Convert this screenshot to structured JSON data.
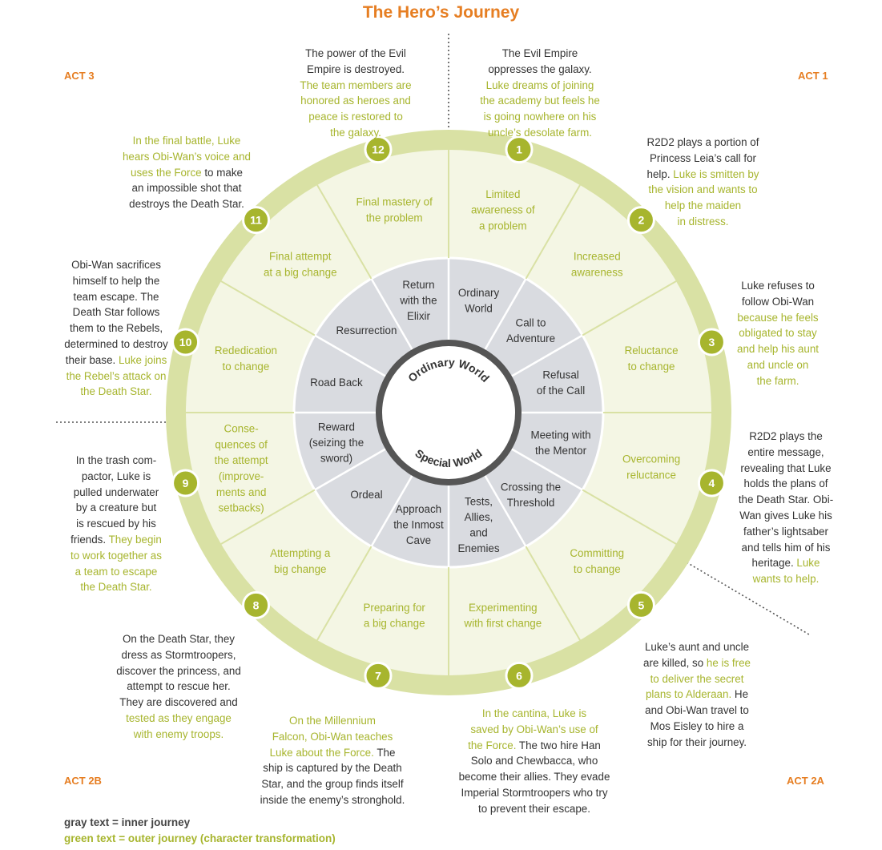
{
  "title": "The Hero’s Journey",
  "acts": {
    "act1": "ACT 1",
    "act2a": "ACT 2A",
    "act2b": "ACT 2B",
    "act3": "ACT 3"
  },
  "center": {
    "top": "Ordinary World",
    "bottom": "Special World"
  },
  "colors": {
    "accent": "#e67e22",
    "green": "#a7b52e",
    "outer_ring": "#d9e1a4",
    "outer_fill": "#f4f6e4",
    "inner_fill": "#d9dbe0",
    "hub": "#555555"
  },
  "outer_stages": [
    {
      "n": "1",
      "lines": [
        "Limited",
        "awareness of",
        "a problem"
      ]
    },
    {
      "n": "2",
      "lines": [
        "Increased",
        "awareness"
      ]
    },
    {
      "n": "3",
      "lines": [
        "Reluctance",
        "to change"
      ]
    },
    {
      "n": "4",
      "lines": [
        "Overcoming",
        "reluctance"
      ]
    },
    {
      "n": "5",
      "lines": [
        "Committing",
        "to change"
      ]
    },
    {
      "n": "6",
      "lines": [
        "Experimenting",
        "with first change"
      ]
    },
    {
      "n": "7",
      "lines": [
        "Preparing for",
        "a big change"
      ]
    },
    {
      "n": "8",
      "lines": [
        "Attempting a",
        "big change"
      ]
    },
    {
      "n": "9",
      "lines": [
        "Conse-",
        "quences of",
        "the attempt",
        "(improve-",
        "ments and",
        "setbacks)"
      ]
    },
    {
      "n": "10",
      "lines": [
        "Rededication",
        "to change"
      ]
    },
    {
      "n": "11",
      "lines": [
        "Final attempt",
        "at a big change"
      ]
    },
    {
      "n": "12",
      "lines": [
        "Final mastery of",
        "the problem"
      ]
    }
  ],
  "inner_stages": [
    {
      "lines": [
        "Ordinary",
        "World"
      ]
    },
    {
      "lines": [
        "Call to",
        "Adventure"
      ]
    },
    {
      "lines": [
        "Refusal",
        "of the Call"
      ]
    },
    {
      "lines": [
        "Meeting with",
        "the Mentor"
      ]
    },
    {
      "lines": [
        "Crossing the",
        "Threshold"
      ]
    },
    {
      "lines": [
        "Tests,",
        "Allies,",
        "and",
        "Enemies"
      ]
    },
    {
      "lines": [
        "Approach",
        "the Inmost",
        "Cave"
      ]
    },
    {
      "lines": [
        "Ordeal"
      ]
    },
    {
      "lines": [
        "Reward",
        "(seizing the",
        "sword)"
      ]
    },
    {
      "lines": [
        "Road Back"
      ]
    },
    {
      "lines": [
        "Resurrection"
      ]
    },
    {
      "lines": [
        "Return",
        "with the",
        "Elixir"
      ]
    }
  ],
  "story": [
    {
      "lines": [
        {
          "t": "The Evil Empire",
          "o": false
        },
        {
          "t": "oppresses the galaxy.",
          "o": false
        },
        {
          "t": "Luke dreams of joining",
          "o": true
        },
        {
          "t": "the academy but feels he",
          "o": true
        },
        {
          "t": "is going nowhere on his",
          "o": true
        },
        {
          "t": "uncle’s desolate farm.",
          "o": true
        }
      ]
    },
    {
      "lines": [
        {
          "t": "R2D2 plays a portion of",
          "o": false
        },
        {
          "t": "Princess Leia’s call for",
          "o": false
        },
        {
          "t": "help. ",
          "o": false,
          "cont": [
            {
              "t": "Luke is smitten by",
              "o": true
            }
          ]
        },
        {
          "t": "the vision and wants to",
          "o": true
        },
        {
          "t": "help the maiden",
          "o": true
        },
        {
          "t": "in distress.",
          "o": true
        }
      ]
    },
    {
      "lines": [
        {
          "t": "Luke refuses to",
          "o": false
        },
        {
          "t": "follow Obi-Wan",
          "o": false
        },
        {
          "t": "because he feels",
          "o": true
        },
        {
          "t": "obligated to stay",
          "o": true
        },
        {
          "t": "and help his aunt",
          "o": true
        },
        {
          "t": "and uncle on",
          "o": true
        },
        {
          "t": "the farm.",
          "o": true
        }
      ]
    },
    {
      "lines": [
        {
          "t": "R2D2 plays the",
          "o": false
        },
        {
          "t": "entire message,",
          "o": false
        },
        {
          "t": "revealing that Luke",
          "o": false
        },
        {
          "t": "holds the plans of",
          "o": false
        },
        {
          "t": "the Death Star. Obi-",
          "o": false
        },
        {
          "t": "Wan gives Luke his",
          "o": false
        },
        {
          "t": "father’s lightsaber",
          "o": false
        },
        {
          "t": "and tells him of his",
          "o": false
        },
        {
          "t": "heritage. ",
          "o": false,
          "cont": [
            {
              "t": "Luke",
              "o": true
            }
          ]
        },
        {
          "t": "wants to help.",
          "o": true
        }
      ]
    },
    {
      "lines": [
        {
          "t": "Luke’s aunt and uncle",
          "o": false
        },
        {
          "t": "are killed, so ",
          "o": false,
          "cont": [
            {
              "t": "he is free",
              "o": true
            }
          ]
        },
        {
          "t": "to deliver the secret",
          "o": true
        },
        {
          "t": "plans to Alderaan.",
          "o": true,
          "cont": [
            {
              "t": " He",
              "o": false
            }
          ]
        },
        {
          "t": "and Obi-Wan travel to",
          "o": false
        },
        {
          "t": "Mos Eisley to hire a",
          "o": false
        },
        {
          "t": "ship for their journey.",
          "o": false
        }
      ]
    },
    {
      "lines": [
        {
          "t": "In the cantina, Luke is",
          "o": true
        },
        {
          "t": "saved by Obi-Wan’s use of",
          "o": true
        },
        {
          "t": "the Force.",
          "o": true,
          "cont": [
            {
              "t": " The two hire Han",
              "o": false
            }
          ]
        },
        {
          "t": "Solo and Chewbacca, who",
          "o": false
        },
        {
          "t": "become their allies. They evade",
          "o": false
        },
        {
          "t": "Imperial Stormtroopers who try",
          "o": false
        },
        {
          "t": "to prevent their escape.",
          "o": false
        }
      ]
    },
    {
      "lines": [
        {
          "t": "On the Millennium",
          "o": true
        },
        {
          "t": "Falcon, Obi-Wan teaches",
          "o": true
        },
        {
          "t": "Luke about the Force.",
          "o": true,
          "cont": [
            {
              "t": " The",
              "o": false
            }
          ]
        },
        {
          "t": "ship is captured by the Death",
          "o": false
        },
        {
          "t": "Star, and the group finds itself",
          "o": false
        },
        {
          "t": "inside the enemy’s stronghold.",
          "o": false
        }
      ]
    },
    {
      "lines": [
        {
          "t": "On the Death Star, they",
          "o": false
        },
        {
          "t": "dress as Stormtroopers,",
          "o": false
        },
        {
          "t": "discover the princess, and",
          "o": false
        },
        {
          "t": "attempt to rescue her.",
          "o": false
        },
        {
          "t": "They are discovered and",
          "o": false
        },
        {
          "t": "tested as they engage",
          "o": true
        },
        {
          "t": "with enemy troops.",
          "o": true
        }
      ]
    },
    {
      "lines": [
        {
          "t": "In the trash com-",
          "o": false
        },
        {
          "t": "pactor, Luke is",
          "o": false
        },
        {
          "t": "pulled underwater",
          "o": false
        },
        {
          "t": "by a creature but",
          "o": false
        },
        {
          "t": "is rescued by his",
          "o": false
        },
        {
          "t": "friends. ",
          "o": false,
          "cont": [
            {
              "t": "They begin",
              "o": true
            }
          ]
        },
        {
          "t": "to work together as",
          "o": true
        },
        {
          "t": "a team to escape",
          "o": true
        },
        {
          "t": "the Death Star.",
          "o": true
        }
      ]
    },
    {
      "lines": [
        {
          "t": "Obi-Wan sacrifices",
          "o": false
        },
        {
          "t": "himself to help the",
          "o": false
        },
        {
          "t": "team escape. The",
          "o": false
        },
        {
          "t": "Death Star follows",
          "o": false
        },
        {
          "t": "them to the Rebels,",
          "o": false
        },
        {
          "t": "determined to destroy",
          "o": false
        },
        {
          "t": "their base. ",
          "o": false,
          "cont": [
            {
              "t": "Luke joins",
              "o": true
            }
          ]
        },
        {
          "t": "the Rebel’s attack on",
          "o": true
        },
        {
          "t": "the Death Star.",
          "o": true
        }
      ]
    },
    {
      "lines": [
        {
          "t": "In the final battle, Luke",
          "o": true
        },
        {
          "t": "hears Obi-Wan’s voice and",
          "o": true
        },
        {
          "t": "uses the Force",
          "o": true,
          "cont": [
            {
              "t": " to make",
              "o": false
            }
          ]
        },
        {
          "t": "an impossible shot that",
          "o": false
        },
        {
          "t": "destroys the Death Star.",
          "o": false
        }
      ]
    },
    {
      "lines": [
        {
          "t": "The power of the Evil",
          "o": false
        },
        {
          "t": "Empire is destroyed.",
          "o": false
        },
        {
          "t": "The team members are",
          "o": true
        },
        {
          "t": "honored as heroes and",
          "o": true
        },
        {
          "t": "peace is restored to",
          "o": true
        },
        {
          "t": "the galaxy.",
          "o": true
        }
      ]
    }
  ],
  "legend": {
    "inner": "gray text = inner journey",
    "outer": "green text = outer journey (character transformation)"
  }
}
